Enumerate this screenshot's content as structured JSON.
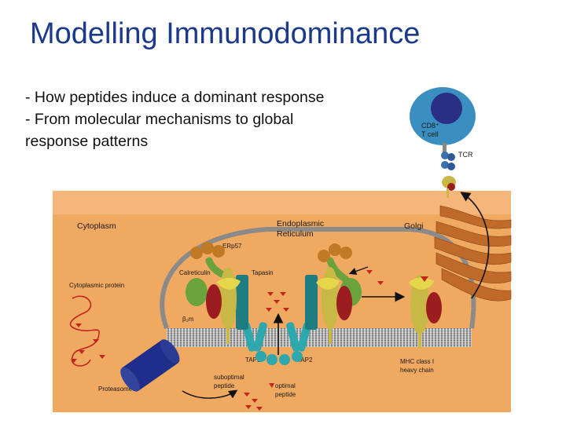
{
  "slide": {
    "title": "Modelling Immunodominance",
    "bullets": [
      "- How peptides induce a dominant response",
      "- From molecular mechanisms to global",
      "response patterns"
    ]
  },
  "diagram": {
    "labels": {
      "cytoplasm": "Cytoplasm",
      "er_line1": "Endoplasmic",
      "er_line2": "Reticulum",
      "golgi": "Golgi",
      "erp57": "ERp57",
      "calreticulin": "Calreticulin",
      "tapasin": "Tapasin",
      "cyto_protein": "Cytoplasmic protein",
      "b2m": "β₂m",
      "tap1": "TAP1",
      "tap2": "TAP2",
      "proteasome": "Proteasome",
      "subopt1": "suboptimal",
      "subopt2": "peptide",
      "opt1": "optimal",
      "opt2": "peptide",
      "mhc1": "MHC class I",
      "mhc2": "heavy chain",
      "cd8_1": "CD8⁺",
      "cd8_2": "T cell",
      "tcr": "TCR"
    },
    "colors": {
      "title": "#1b3a8c",
      "background_panel": "#f0a960",
      "er_membrane": "#8a8a8a",
      "heavy_chain": "#c8b845",
      "b2m": "#9b1d20",
      "calreticulin": "#6aa33c",
      "tapasin": "#1d7d80",
      "erp57": "#c07a25",
      "tap": "#2ea7ad",
      "peptide": "#c0251f",
      "golgi": "#c06a2a",
      "t_cell": "#3b8fc0",
      "t_nucleus": "#2a2f86",
      "proteasome": "#1f2e8a"
    }
  }
}
